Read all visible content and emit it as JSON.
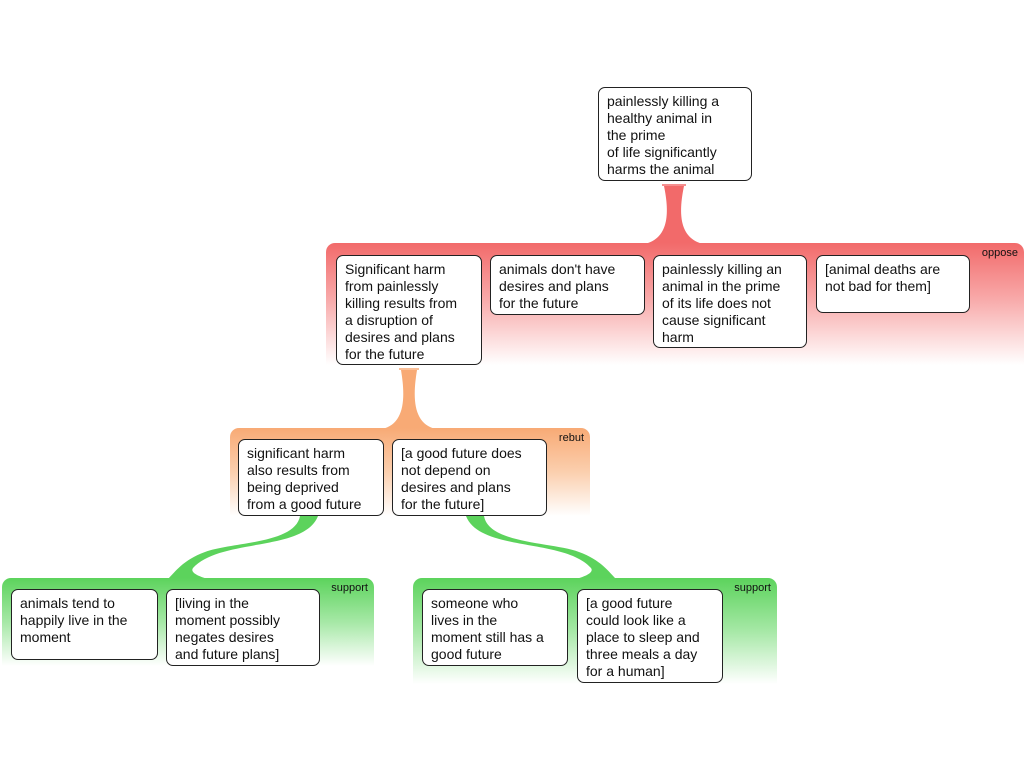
{
  "root": {
    "text": "painlessly killing a\nhealthy animal in\nthe prime\nof life significantly\nharms the animal"
  },
  "oppose_group": {
    "label": "oppose",
    "nodes": [
      "Significant harm\nfrom painlessly\nkilling results from\na disruption of\ndesires and plans\nfor the future",
      "animals don't have\ndesires and plans\nfor the future",
      "painlessly killing an\nanimal in the prime\nof its life does not\ncause significant\nharm",
      "[animal deaths are\nnot bad for them]"
    ]
  },
  "rebut_group": {
    "label": "rebut",
    "nodes": [
      "significant harm\nalso results from\nbeing deprived\nfrom a good future",
      "[a good future does\nnot depend on\ndesires and plans\nfor the future]"
    ]
  },
  "support_left_group": {
    "label": "support",
    "nodes": [
      "animals tend to\nhappily live in the\nmoment",
      "[living in the\nmoment possibly\nnegates desires\nand future plans]"
    ]
  },
  "support_right_group": {
    "label": "support",
    "nodes": [
      "someone who\nlives in the\nmoment still has a\ngood future",
      "[a good future\ncould look like a\nplace to sleep and\nthree meals a day\nfor a human]"
    ]
  },
  "colors": {
    "oppose": "#f26a6a",
    "rebut": "#f8aa75",
    "support": "#5cd35c"
  }
}
